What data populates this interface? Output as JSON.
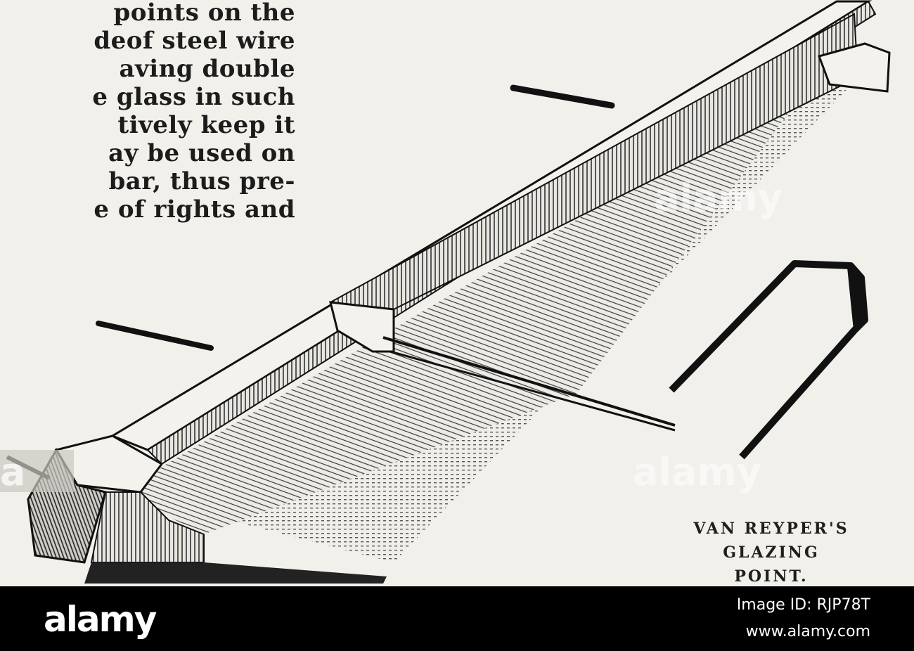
{
  "article": {
    "lines": [
      "points on the",
      "deof steel wire",
      "aving double",
      "e glass in such",
      "tively keep it",
      "ay be used on",
      "bar, thus pre-",
      "e of rights and"
    ]
  },
  "illustration": {
    "caption_line1": "VAN REYPER'S",
    "caption_line2": "GLAZING POINT."
  },
  "watermark": {
    "text": "a",
    "text_large": "alamy"
  },
  "footer": {
    "logo": "alamy",
    "image_id": "Image ID: RJP78T",
    "url": "www.alamy.com"
  }
}
